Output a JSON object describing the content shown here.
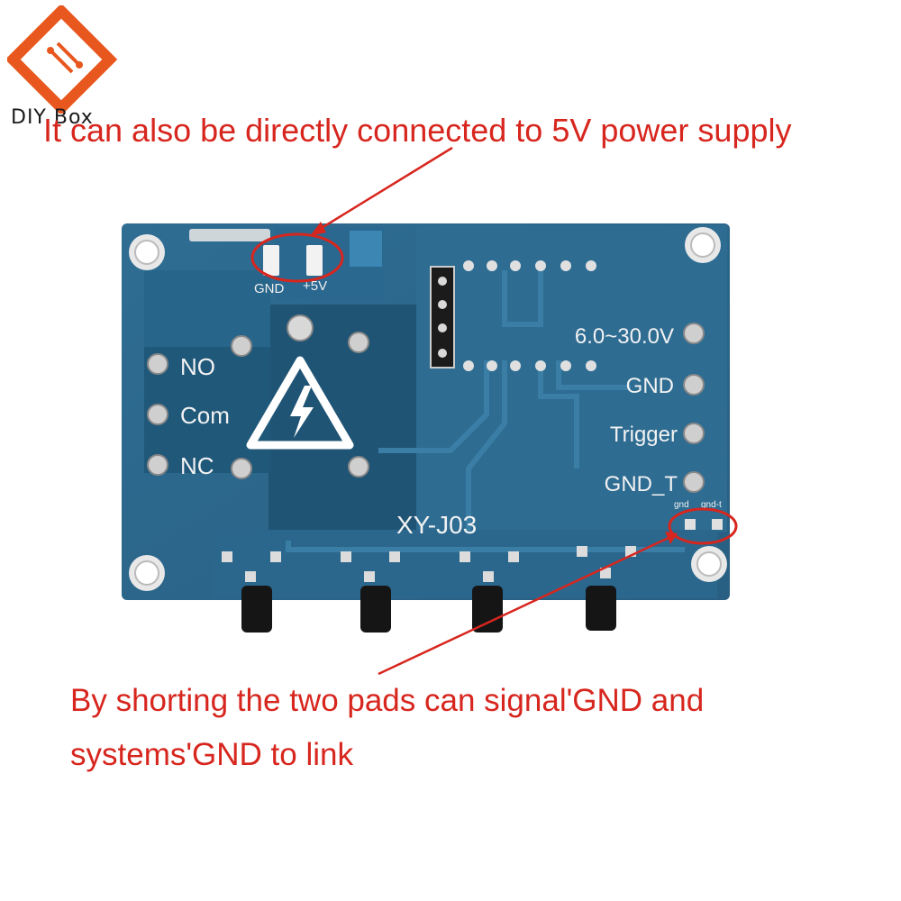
{
  "brand": {
    "name": "DIY Box"
  },
  "captions": {
    "top": "It can also be directly connected to 5V power supply",
    "bottom_line1": "By shorting the two pads can signal'GND  and",
    "bottom_line2": "systems'GND  to link"
  },
  "board": {
    "model": "XY-J03",
    "relay_labels": {
      "no": "NO",
      "com": "Com",
      "nc": "NC"
    },
    "pads_top": {
      "gnd": "GND",
      "plus5v": "+5V"
    },
    "terminals": {
      "voltage": "6.0~30.0V",
      "gnd": "GND",
      "trigger": "Trigger",
      "gnd_t": "GND_T"
    },
    "small_pads": {
      "gnd": "gnd",
      "gnd_t": "gnd-t"
    }
  },
  "colors": {
    "board": "#2d6a8f",
    "board_dark": "#1f5474",
    "annotation": "#d7261e",
    "brand": "#e8571e"
  }
}
